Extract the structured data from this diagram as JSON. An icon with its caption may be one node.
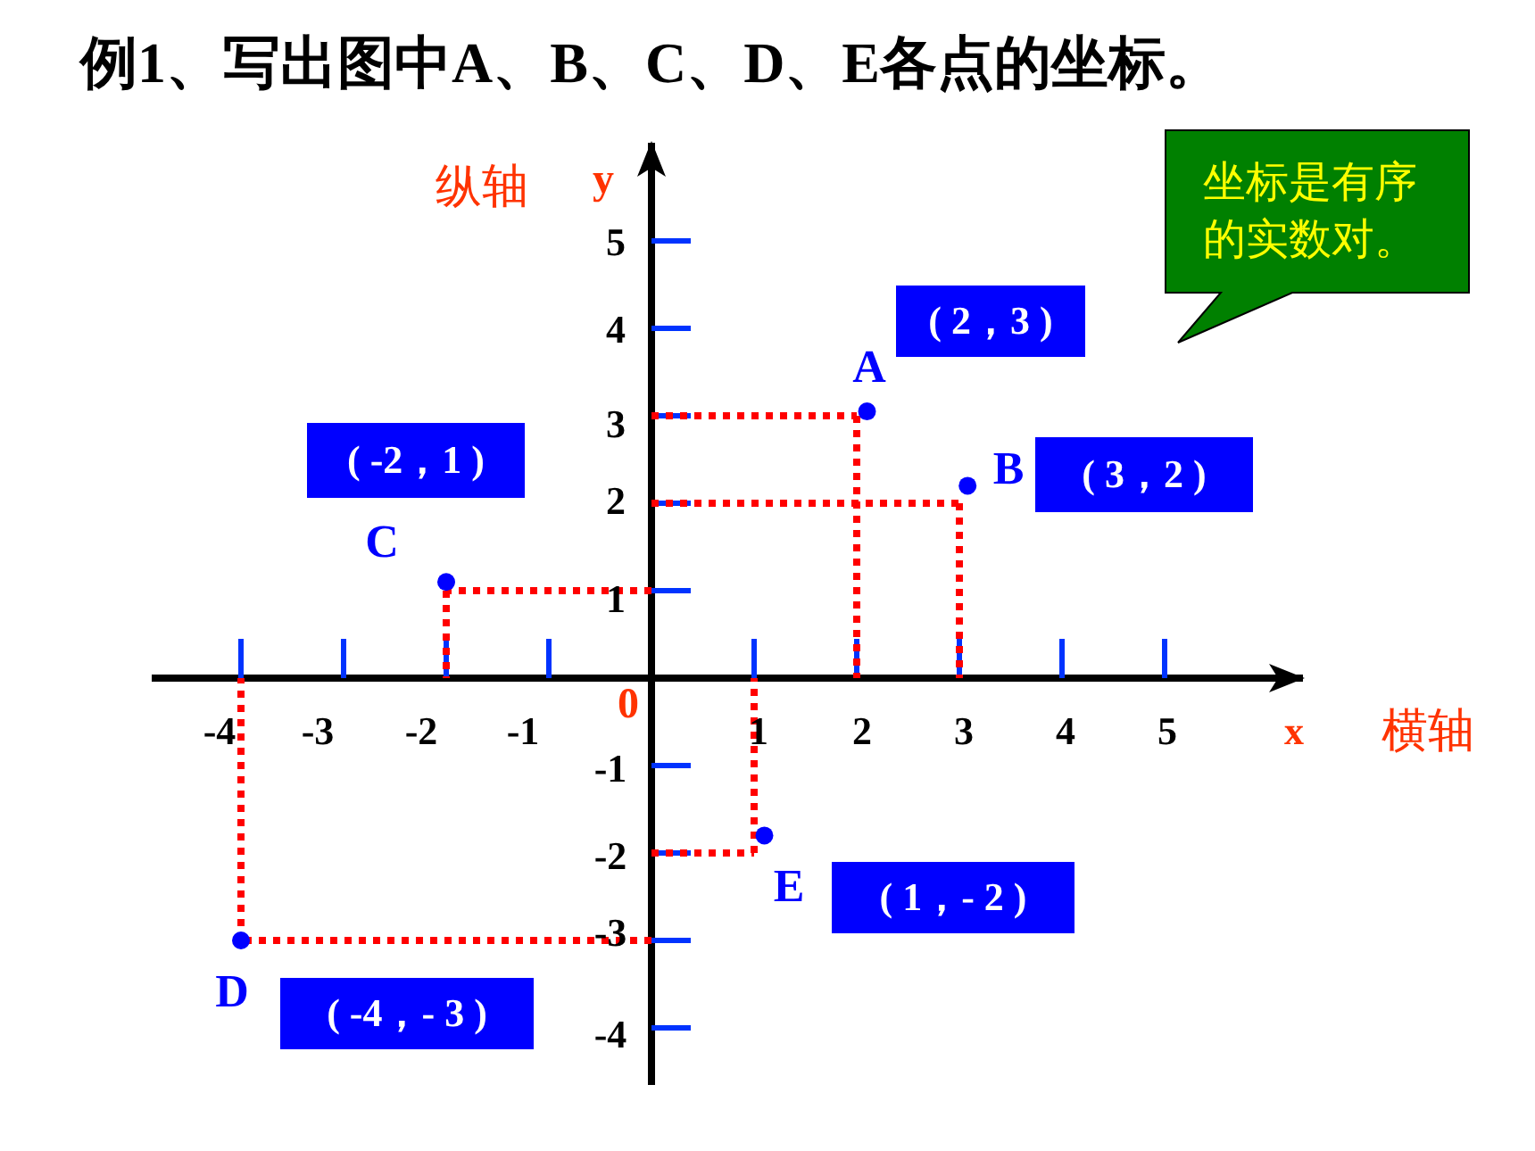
{
  "diagram": {
    "title": "例1、写出图中A、B、C、D、E各点的坐标。",
    "nodes": [
      {
        "text": [
          "坐标是有序的实数对。"
        ]
      },
      {
        "text": [
          "( 2，3 )"
        ]
      },
      {
        "text": [
          "( -2，1 )"
        ]
      },
      {
        "text": [
          "( 3，2 )"
        ]
      },
      {
        "text": [
          "( 1，- 2 )"
        ]
      },
      {
        "text": [
          "( -4，- 3 )"
        ]
      }
    ],
    "edges": [],
    "labels": [
      "纵轴",
      "y",
      "5",
      "4",
      "A",
      "3",
      "B",
      "2",
      "C",
      "1",
      "0",
      "-4",
      "-3",
      "-2",
      "-1",
      "1",
      "2",
      "3",
      "4",
      "5",
      "x",
      "横轴",
      "-1",
      "-2",
      "E",
      "-3",
      "D",
      "-4"
    ]
  }
}
